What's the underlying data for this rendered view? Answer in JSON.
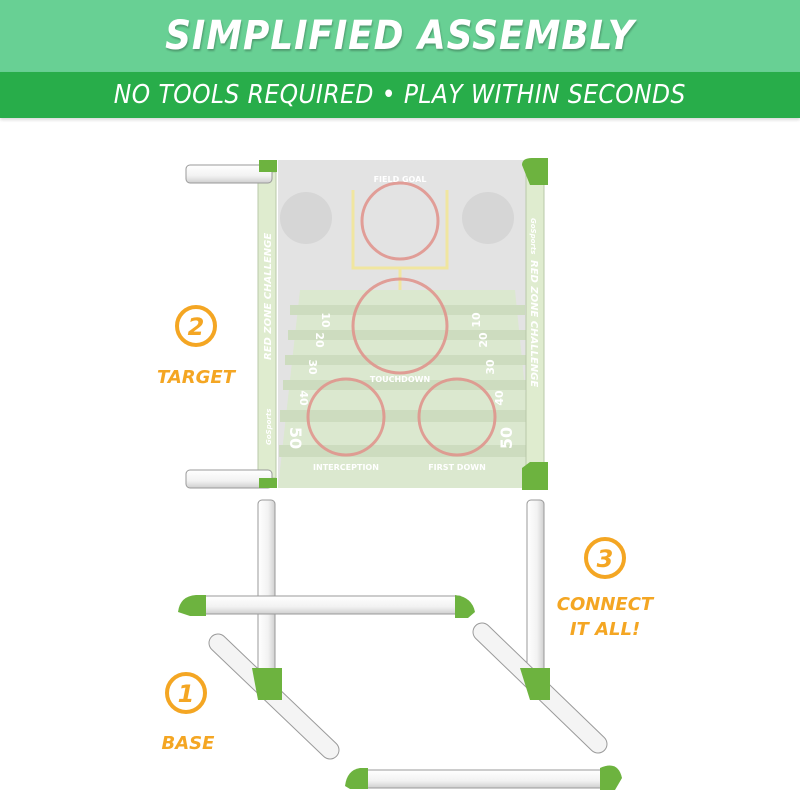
{
  "header": {
    "title": "SIMPLIFIED ASSEMBLY",
    "subtitle": "NO TOOLS REQUIRED • PLAY WITHIN SECONDS"
  },
  "steps": [
    {
      "number": "1",
      "label": "BASE"
    },
    {
      "number": "2",
      "label": "TARGET"
    },
    {
      "number": "3",
      "label_line1": "CONNECT",
      "label_line2": "IT ALL!"
    }
  ],
  "target": {
    "brand": "GoSports",
    "side_text": "RED ZONE CHALLENGE",
    "holes": [
      "FIELD GOAL",
      "TOUCHDOWN",
      "INTERCEPTION",
      "FIRST DOWN"
    ],
    "yard_numbers": [
      "10",
      "20",
      "30",
      "40",
      "50"
    ]
  },
  "colors": {
    "header_light": "#68d094",
    "header_dark": "#28ad4a",
    "label_orange": "#f4a623",
    "connector_green": "#6db33f",
    "hole_red": "#e0918a"
  }
}
